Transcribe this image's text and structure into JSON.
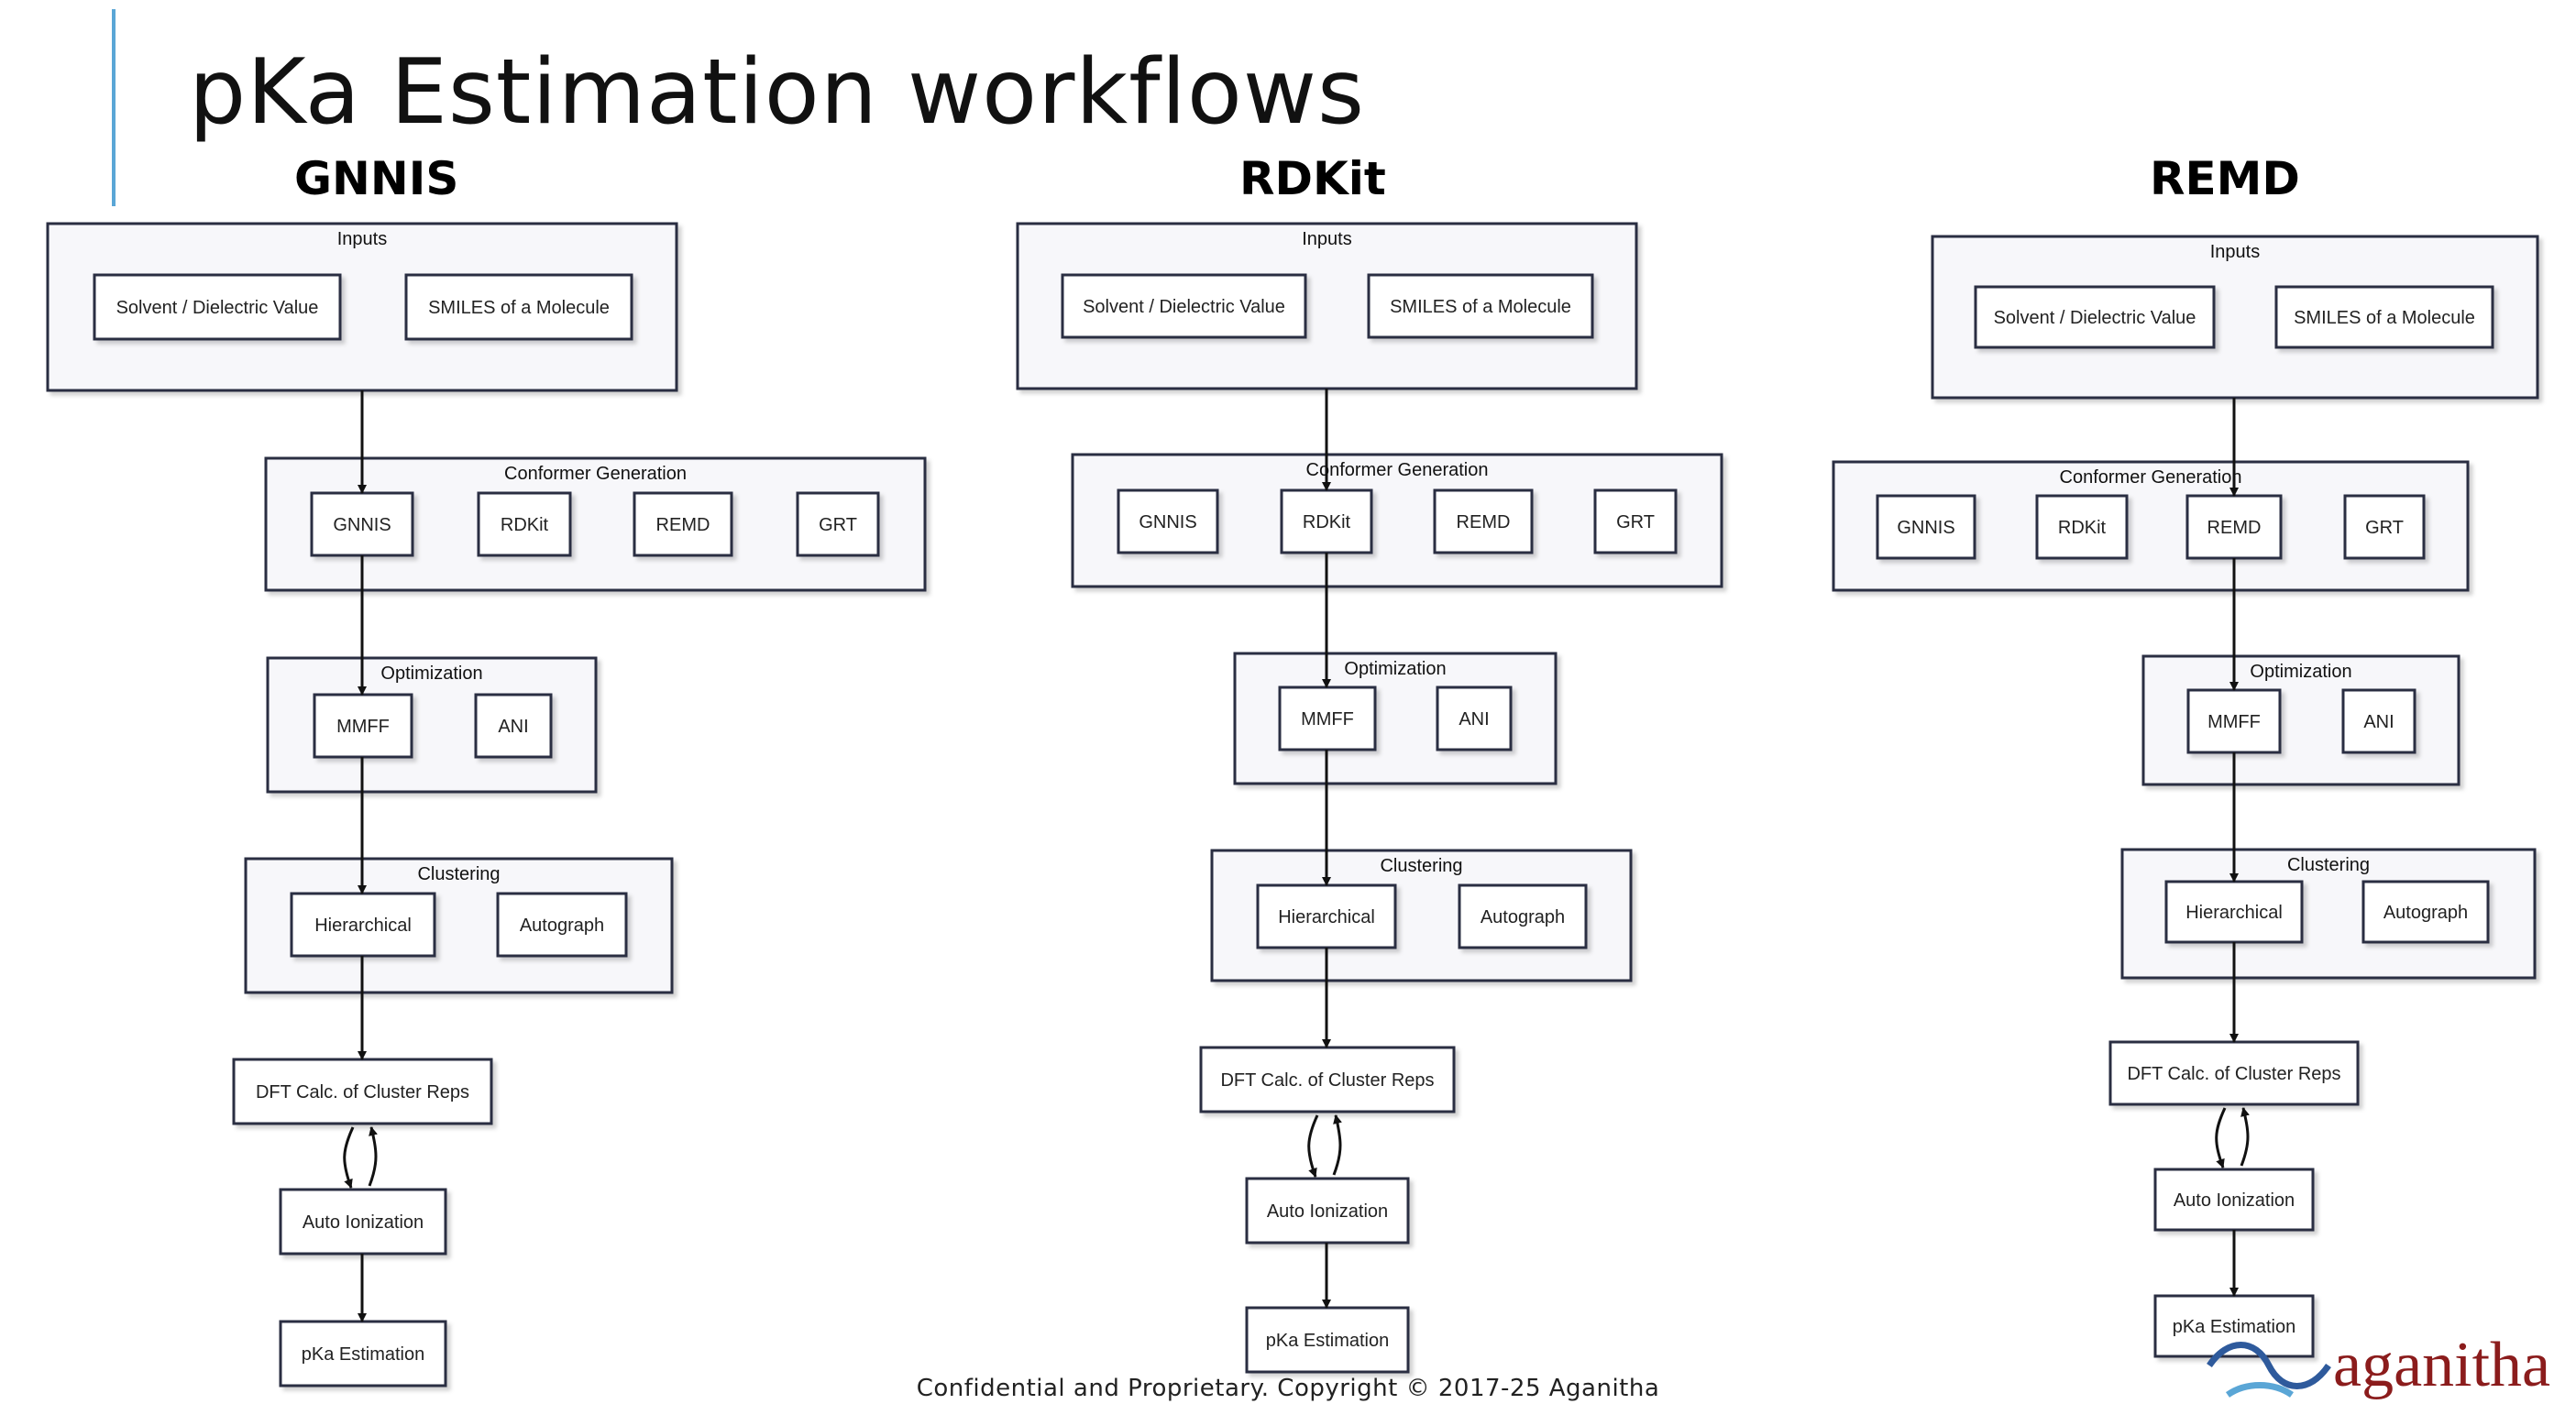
{
  "slide": {
    "title": "pKa Estimation workflows",
    "footer": "Confidential and Proprietary. Copyright © 2017-25 Aganitha",
    "logo_text": "aganitha"
  },
  "labels": {
    "inputs": "Inputs",
    "solvent": "Solvent / Dielectric Value",
    "smiles": "SMILES of a Molecule",
    "conformer": "Conformer Generation",
    "gnnis": "GNNIS",
    "rdkit": "RDKit",
    "remd": "REMD",
    "grt": "GRT",
    "optimization": "Optimization",
    "mmff": "MMFF",
    "ani": "ANI",
    "clustering": "Clustering",
    "hierarchical": "Hierarchical",
    "autograph": "Autograph",
    "dft": "DFT Calc. of Cluster Reps",
    "autoion": "Auto Ionization",
    "pka": "pKa Estimation"
  },
  "workflows": [
    {
      "title": "GNNIS",
      "conformer_choice": "GNNIS"
    },
    {
      "title": "RDKit",
      "conformer_choice": "RDKit"
    },
    {
      "title": "REMD",
      "conformer_choice": "REMD"
    }
  ],
  "colors": {
    "accent": "#5aa6d6",
    "box_stroke": "#2b2d42",
    "container_fill": "#f7f7fa",
    "logo": "#8b1c1c"
  }
}
